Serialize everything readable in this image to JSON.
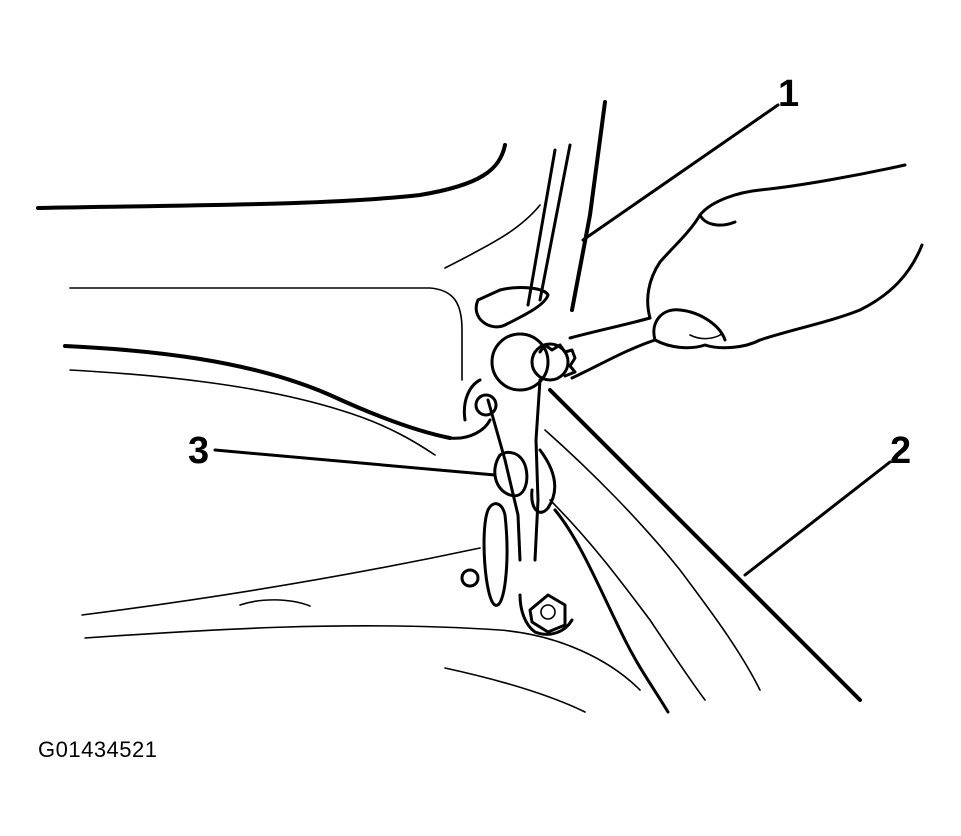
{
  "callouts": [
    {
      "id": "1",
      "label": "1"
    },
    {
      "id": "2",
      "label": "2"
    },
    {
      "id": "3",
      "label": "3"
    }
  ],
  "figure_code": "G01434521"
}
